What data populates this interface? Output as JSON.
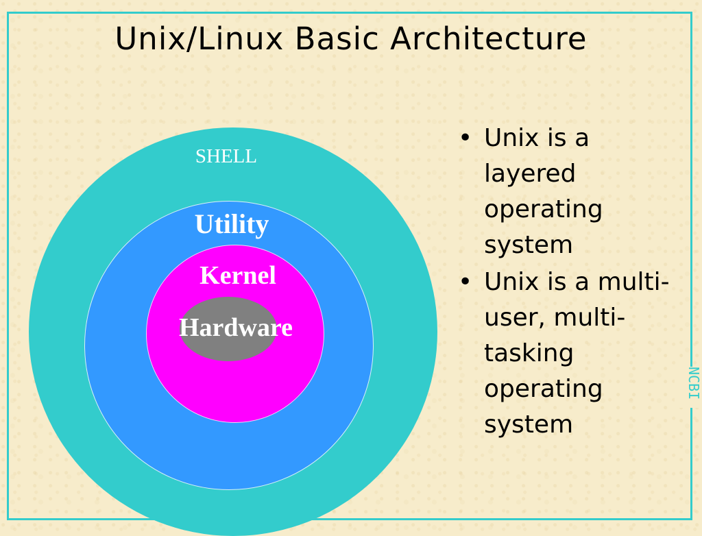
{
  "slide": {
    "title": "Unix/Linux Basic Architecture",
    "layers": {
      "shell": "SHELL",
      "utility": "Utility",
      "kernel": "Kernel",
      "hardware": "Hardware"
    },
    "bullets": [
      "Unix is a layered operating system",
      "Unix is a multi-user, multi-tasking operating system"
    ],
    "bullet_symbol": "•",
    "side_label": "NCBI"
  },
  "colors": {
    "background": "#f7eccb",
    "frame": "#33cccc",
    "shell": "#33cccc",
    "utility": "#3399ff",
    "kernel": "#ff00ff",
    "hardware": "#808080",
    "layer_text": "#ffffff"
  }
}
